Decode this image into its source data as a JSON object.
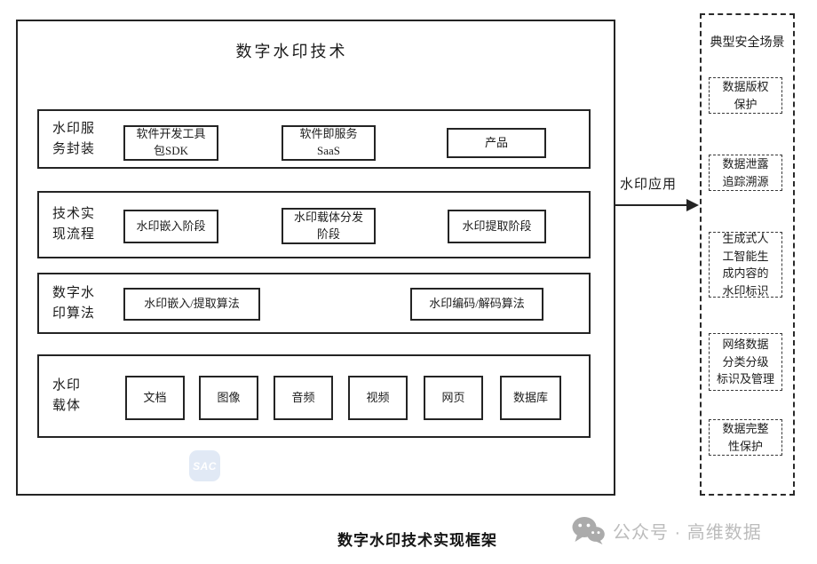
{
  "main": {
    "title": "数字水印技术",
    "watermark_logo": "SAC",
    "rows": [
      {
        "label": "水印服\n务封装",
        "boxes": [
          {
            "text": "软件开发工具\n包SDK"
          },
          {
            "text": "软件即服务\nSaaS"
          },
          {
            "text": "产品"
          }
        ]
      },
      {
        "label": "技术实\n现流程",
        "boxes": [
          {
            "text": "水印嵌入阶段"
          },
          {
            "text": "水印载体分发\n阶段"
          },
          {
            "text": "水印提取阶段"
          }
        ]
      },
      {
        "label": "数字水\n印算法",
        "boxes": [
          {
            "text": "水印嵌入/提取算法"
          },
          {
            "text": "水印编码/解码算法"
          }
        ]
      },
      {
        "label": "水印\n载体",
        "boxes": [
          {
            "text": "文档"
          },
          {
            "text": "图像"
          },
          {
            "text": "音频"
          },
          {
            "text": "视频"
          },
          {
            "text": "网页"
          },
          {
            "text": "数据库"
          }
        ]
      }
    ]
  },
  "arrow": {
    "label": "水印应用"
  },
  "scenarios": {
    "title": "典型安全场景",
    "items": [
      "数据版权\n保护",
      "数据泄露\n追踪溯源",
      "生成式人\n工智能生\n成内容的\n水印标识",
      "网络数据\n分类分级\n标识及管理",
      "数据完整\n性保护"
    ]
  },
  "footer": {
    "caption": "数字水印技术实现框架",
    "brand": "公众号 · 高维数据"
  },
  "colors": {
    "line": "#242424",
    "footer_gray": "#bcbcbc",
    "watermark_blue": "#dce6f4"
  }
}
